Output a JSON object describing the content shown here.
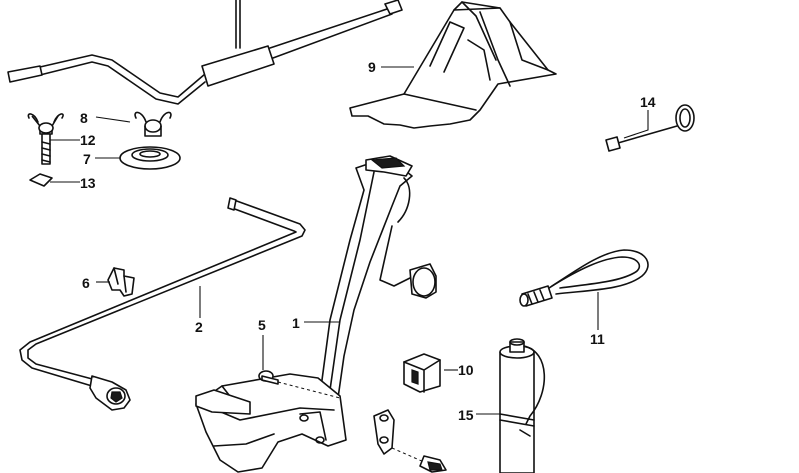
{
  "callouts": {
    "c1": "1",
    "c2": "2",
    "c5": "5",
    "c6": "6",
    "c7": "7",
    "c8": "8",
    "c9": "9",
    "c10": "10",
    "c11": "11",
    "c12": "12",
    "c13": "13",
    "c14": "14",
    "c15": "15"
  }
}
